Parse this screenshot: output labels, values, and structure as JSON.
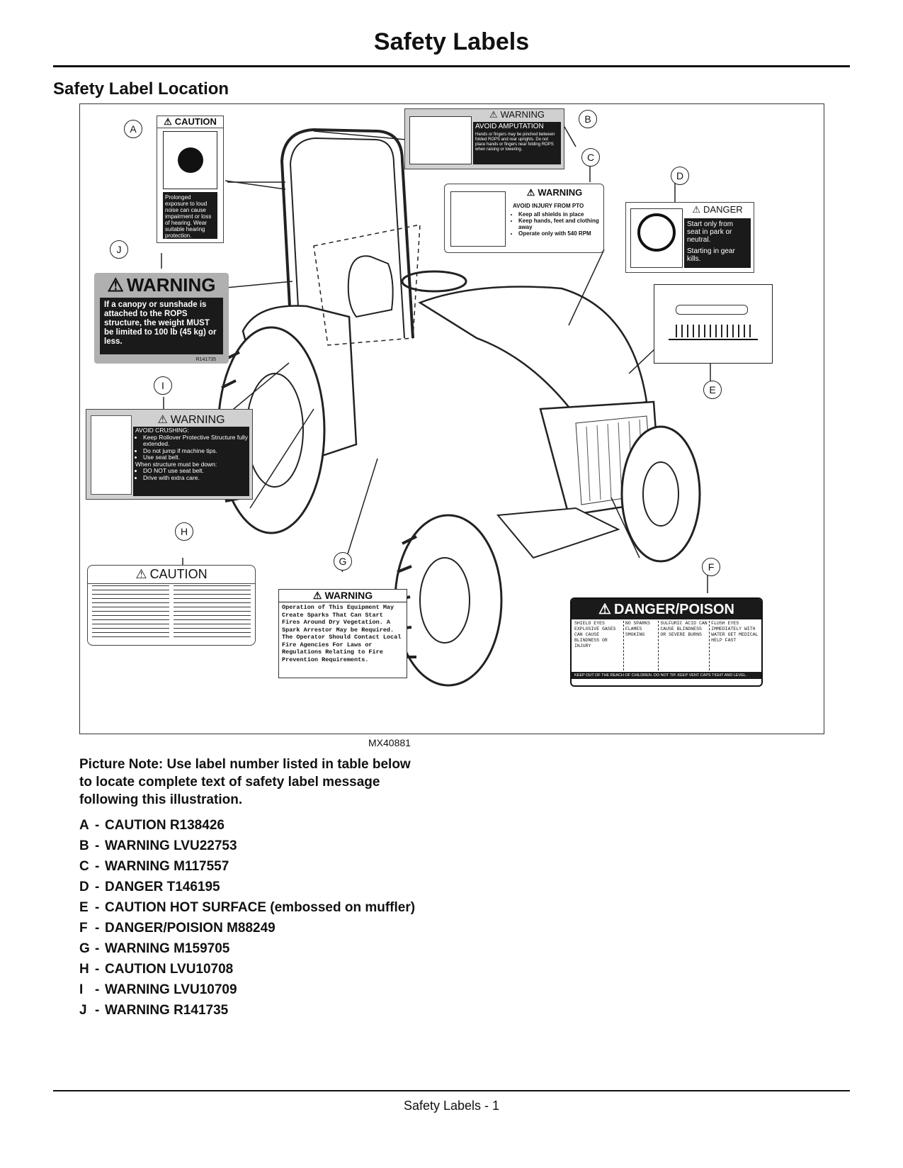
{
  "header": {
    "title": "Safety Labels"
  },
  "section": {
    "title": "Safety Label Location"
  },
  "figure": {
    "code": "MX40881",
    "callouts": [
      "A",
      "B",
      "C",
      "D",
      "E",
      "F",
      "G",
      "H",
      "I",
      "J"
    ],
    "labels": {
      "a": {
        "header": "CAUTION",
        "text": "Prolonged exposure to loud noise can cause impairment or loss of hearing. Wear suitable hearing protection."
      },
      "b": {
        "header": "WARNING",
        "sub": "AVOID AMPUTATION",
        "text": "Hands or fingers may be pinched between folded ROPS and rear uprights. Do not place hands or fingers near folding ROPS when raising or lowering."
      },
      "c": {
        "header": "WARNING",
        "sub": "AVOID INJURY FROM PTO",
        "bullets": [
          "Keep all shields in place",
          "Keep hands, feet and clothing away",
          "Operate only with 540 RPM"
        ]
      },
      "d": {
        "header": "DANGER",
        "text1": "Start only from seat in park or neutral.",
        "text2": "Starting in gear kills."
      },
      "f": {
        "header": "DANGER/POISON",
        "col1": "SHIELD EYES EXPLOSIVE GASES CAN CAUSE BLINDNESS OR INJURY",
        "col2": "NO SPARKS FLAMES SMOKING",
        "col3": "SULFURIC ACID CAN CAUSE BLINDNESS OR SEVERE BURNS",
        "col4": "FLUSH EYES IMMEDIATELY WITH WATER GET MEDICAL HELP FAST",
        "footer": "KEEP OUT OF THE REACH OF CHILDREN. DO NOT TIP. KEEP VENT CAPS TIGHT AND LEVEL."
      },
      "g": {
        "header": "WARNING",
        "text": "Operation of This Equipment May Create Sparks That Can Start Fires Around Dry Vegetation. A Spark Arrestor May be Required. The Operator Should Contact Local Fire Agencies For Laws or Regulations Relating to Fire Prevention Requirements."
      },
      "h": {
        "header": "CAUTION"
      },
      "i": {
        "header": "WARNING",
        "sub": "AVOID CRUSHING:",
        "bullets1": [
          "Keep Rollover Protective Structure fully extended.",
          "Do not jump if machine tips.",
          "Use seat belt."
        ],
        "mid": "When structure must be down:",
        "bullets2": [
          "DO NOT use seat belt.",
          "Drive with extra care."
        ]
      },
      "j": {
        "header": "WARNING",
        "text": "If a canopy or sunshade is attached to the ROPS structure, the weight MUST be limited to 100 lb (45 kg) or less.",
        "code": "R141735"
      }
    }
  },
  "note": "Picture Note: Use label number listed in table below to locate complete text of safety label message following this illustration.",
  "legend": [
    {
      "letter": "A",
      "text": "CAUTION R138426"
    },
    {
      "letter": "B",
      "text": "WARNING LVU22753"
    },
    {
      "letter": "C",
      "text": "WARNING M117557"
    },
    {
      "letter": "D",
      "text": "DANGER T146195"
    },
    {
      "letter": "E",
      "text": "CAUTION HOT SURFACE (embossed on muffler)"
    },
    {
      "letter": "F",
      "text": "DANGER/POISION M88249"
    },
    {
      "letter": "G",
      "text": "WARNING M159705"
    },
    {
      "letter": "H",
      "text": "CAUTION LVU10708"
    },
    {
      "letter": "I",
      "text": "WARNING LVU10709"
    },
    {
      "letter": "J",
      "text": "WARNING R141735"
    }
  ],
  "footer": {
    "text": "Safety Labels - 1"
  }
}
